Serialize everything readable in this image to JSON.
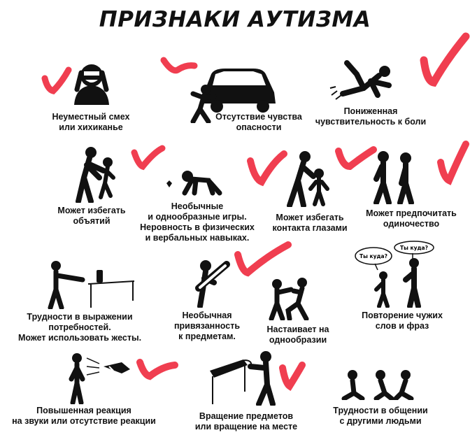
{
  "title": "ПРИЗНАКИ АУТИЗМА",
  "accent_color": "#f03e50",
  "signs": [
    {
      "lines": [
        "Неуместный смех",
        "или хихиканье"
      ],
      "icon": "laughing-person-icon",
      "checked": true
    },
    {
      "lines": [
        "Отсутствие чувства",
        "опасности"
      ],
      "icon": "person-before-car-icon",
      "checked": true
    },
    {
      "lines": [
        "Пониженная",
        "чувствительность к боли"
      ],
      "icon": "falling-person-icon",
      "checked": true
    },
    {
      "lines": [
        "Может избегать",
        "объятий"
      ],
      "icon": "hug-avoidance-icon",
      "checked": true
    },
    {
      "lines": [
        "Необычные",
        "и однообразные игры.",
        "Неровность в физических",
        "и вербальных навыках."
      ],
      "icon": "crawling-play-icon",
      "checked": false
    },
    {
      "lines": [
        "Может избегать",
        "контакта глазами"
      ],
      "icon": "eye-contact-icon",
      "checked": true
    },
    {
      "lines": [
        "Может предпочитать",
        "одиночество"
      ],
      "icon": "solitude-icon",
      "checked": true
    },
    {
      "lines": [
        "Трудности в выражении",
        "потребностей.",
        "Может использовать жесты."
      ],
      "icon": "pointing-gesture-icon",
      "checked": false
    },
    {
      "lines": [
        "Необычная",
        "привязанность",
        "к предметам."
      ],
      "icon": "object-attachment-icon",
      "checked": true
    },
    {
      "lines": [
        "Настаивает на",
        "однообразии"
      ],
      "icon": "sameness-icon",
      "checked": false
    },
    {
      "lines": [
        "Повторение чужих",
        "слов и фраз"
      ],
      "icon": "echolalia-icon",
      "checked": false
    },
    {
      "lines": [
        "Повышенная реакция",
        "на звуки или отсутствие реакции"
      ],
      "icon": "trumpet-sound-icon",
      "checked": true
    },
    {
      "lines": [
        "Вращение предметов",
        "или вращение на месте"
      ],
      "icon": "spinning-object-icon",
      "checked": true
    },
    {
      "lines": [
        "Трудности в общении",
        "с другими людьми"
      ],
      "icon": "social-difficulty-icon",
      "checked": false
    }
  ],
  "speech_bubbles": [
    "Ты куда?",
    "Ты куда?"
  ]
}
